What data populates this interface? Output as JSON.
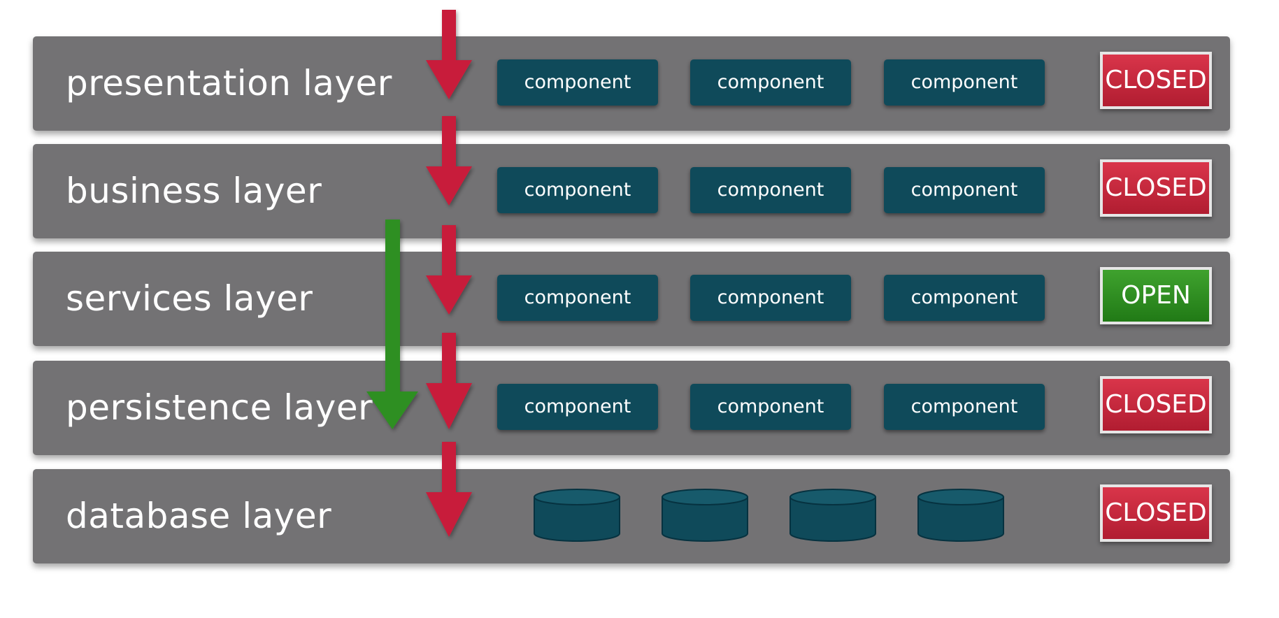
{
  "layers": [
    {
      "label": "presentation layer",
      "components": [
        "component",
        "component",
        "component"
      ],
      "status": "CLOSED"
    },
    {
      "label": "business layer",
      "components": [
        "component",
        "component",
        "component"
      ],
      "status": "CLOSED"
    },
    {
      "label": "services layer",
      "components": [
        "component",
        "component",
        "component"
      ],
      "status": "OPEN"
    },
    {
      "label": "persistence layer",
      "components": [
        "component",
        "component",
        "component"
      ],
      "status": "CLOSED"
    },
    {
      "label": "database layer",
      "databases": 4,
      "status": "CLOSED"
    }
  ],
  "colors": {
    "layer_background": "#737274",
    "component": "#0f4a5a",
    "closed": "#c4243a",
    "open": "#2e8f22",
    "request_arrow": "#c81e3a",
    "bypass_arrow": "#2f8f23"
  },
  "icons": {
    "request_arrow": "arrow-down-icon",
    "bypass_arrow": "arrow-down-icon",
    "database": "database-cylinder-icon"
  }
}
